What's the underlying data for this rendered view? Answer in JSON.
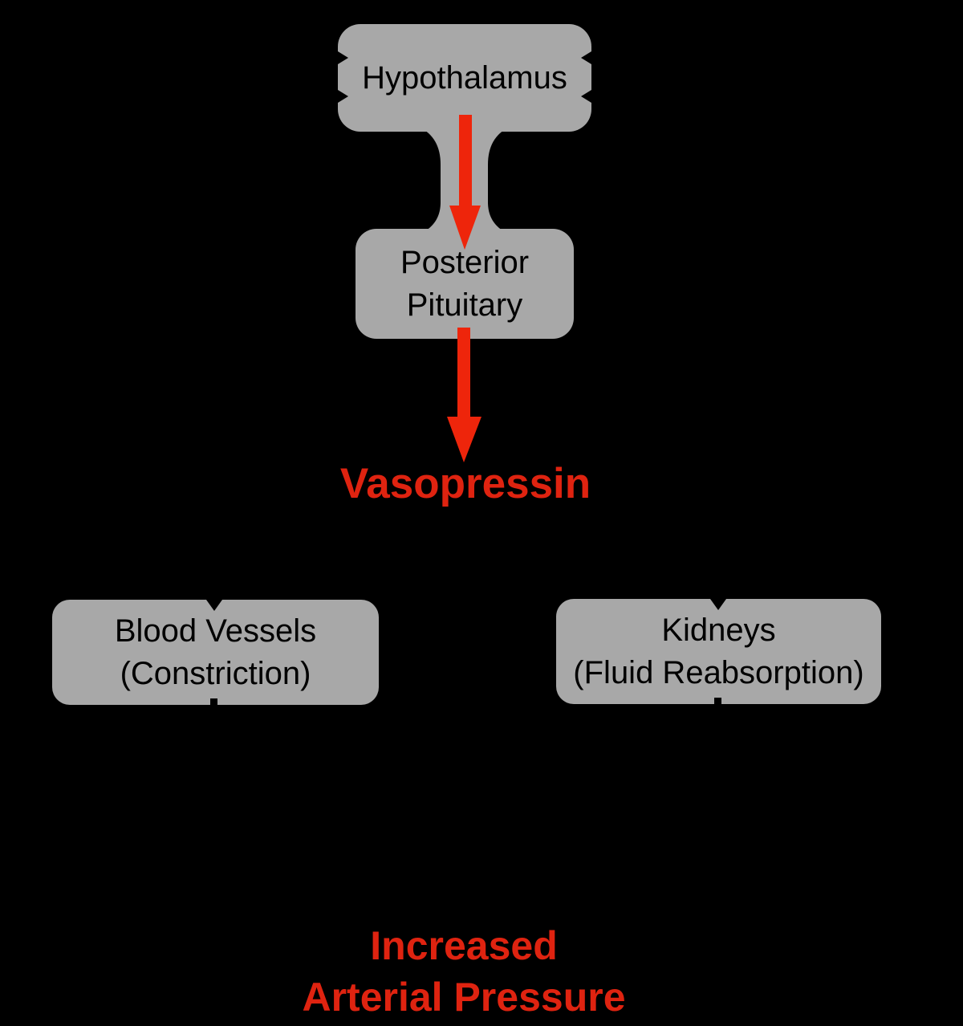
{
  "title": "Vasopressin pathway diagram",
  "colors": {
    "background": "#000000",
    "node_fill": "#a8a8a8",
    "node_text": "#000000",
    "accent_red": "#df2310",
    "arrow_red": "#ee250b"
  },
  "nodes": {
    "hypothalamus": {
      "label": "Hypothalamus"
    },
    "posterior_pituitary": {
      "line1": "Posterior",
      "line2": "Pituitary"
    },
    "blood_vessels": {
      "line1": "Blood Vessels",
      "line2": "(Constriction)"
    },
    "kidneys": {
      "line1": "Kidneys",
      "line2": "(Fluid Reabsorption)"
    }
  },
  "labels": {
    "vasopressin": "Vasopressin",
    "outcome_line1": "Increased",
    "outcome_line2": "Arterial Pressure"
  }
}
